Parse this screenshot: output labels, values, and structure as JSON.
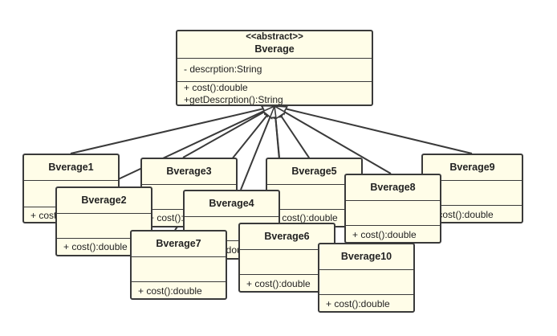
{
  "diagram": {
    "abstract_class": {
      "stereotype": "<<abstract>>",
      "name": "Bverage",
      "attributes": [
        "- descrption:String"
      ],
      "methods": [
        "+ cost():double",
        "+getDescrption():String"
      ]
    },
    "subclasses": [
      {
        "id": "b1",
        "name": "Bverage1",
        "method": "+ cost():double"
      },
      {
        "id": "b3",
        "name": "Bverage3",
        "method": "+ cost():double"
      },
      {
        "id": "b5",
        "name": "Bverage5",
        "method": "+ cost():double"
      },
      {
        "id": "b9",
        "name": "Bverage9",
        "method": "+ cost():double"
      },
      {
        "id": "b2",
        "name": "Bverage2",
        "method": "+ cost():double"
      },
      {
        "id": "b4",
        "name": "Bverage4",
        "method": "+ cost():double"
      },
      {
        "id": "b8",
        "name": "Bverage8",
        "method": "+ cost():double"
      },
      {
        "id": "b7",
        "name": "Bverage7",
        "method": "+ cost():double"
      },
      {
        "id": "b6",
        "name": "Bverage6",
        "method": "+ cost():double"
      },
      {
        "id": "b10",
        "name": "Bverage10",
        "method": "+ cost():double"
      }
    ],
    "relationship": "generalization"
  }
}
